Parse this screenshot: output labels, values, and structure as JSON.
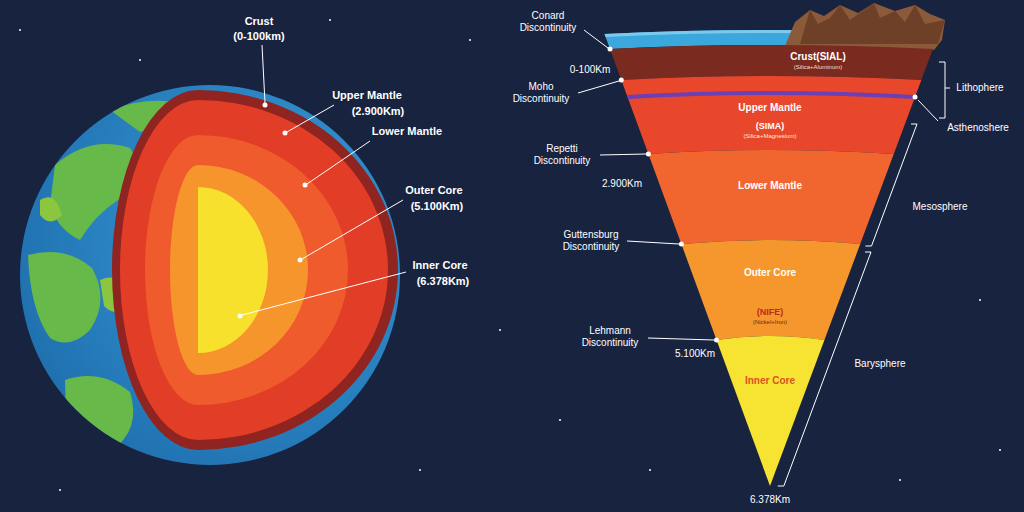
{
  "diagram": {
    "nodes": [
      {
        "text": [
          "Crust(SIAL)",
          "(Silica+Aluminum)"
        ]
      },
      {
        "text": [
          "Upper Mantle",
          "(SIMA)",
          "(Silica+Magnesium)"
        ]
      },
      {
        "text": [
          "Lower Mantle"
        ]
      },
      {
        "text": [
          "Outer Core",
          "(NIFE)",
          "(Nickel+Iron)"
        ]
      },
      {
        "text": [
          "Inner Core"
        ]
      }
    ],
    "labels": [
      "Crust",
      "(0-100km)",
      "Upper Mantle",
      "(2.900Km)",
      "Lower Mantle",
      "Outer Core",
      "(5.100Km)",
      "Inner Core",
      "(6.378Km)",
      "Conard Discontinuity",
      "0-100Km",
      "Moho Discontinuity",
      "Repetti Discontinuity",
      "2.900Km",
      "Guttensburg Discontinuity",
      "Lehmann Discontinuity",
      "5.100Km",
      "6.378Km",
      "Lithophere",
      "Asthenoshere",
      "Mesosphere",
      "Barysphere"
    ]
  }
}
